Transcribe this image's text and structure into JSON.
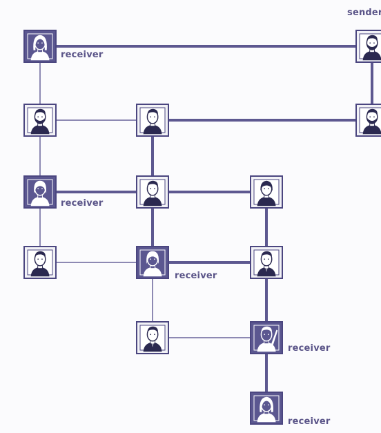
{
  "diagram": {
    "colors": {
      "edge": "#5d5890",
      "edge_light": "#8d89b3",
      "node_border": "#4b4680",
      "node_fill_light": "#f2f2f6",
      "node_fill_dark": "#5b5790",
      "face_dark": "#2b2950",
      "face_light": "#ffffff",
      "label": "#5a5488",
      "background": "#fbfbfd"
    },
    "nodes": [
      {
        "id": "r1-left",
        "icon": "woman-long-hair-portrait-icon",
        "role": "receiver",
        "label": "receiver"
      },
      {
        "id": "r1-right",
        "icon": "bearded-man-portrait-icon",
        "role": "sender",
        "label": "sender"
      },
      {
        "id": "r2-left",
        "icon": "bearded-man-portrait-icon",
        "role": "person",
        "label": ""
      },
      {
        "id": "r2-mid",
        "icon": "man-portrait-icon",
        "role": "person",
        "label": ""
      },
      {
        "id": "r2-right",
        "icon": "bearded-man-portrait-icon",
        "role": "person",
        "label": ""
      },
      {
        "id": "r3-left",
        "icon": "woman-portrait-icon",
        "role": "receiver",
        "label": "receiver"
      },
      {
        "id": "r3-mid",
        "icon": "man-portrait-icon",
        "role": "person",
        "label": ""
      },
      {
        "id": "r3-right",
        "icon": "woman-short-hair-portrait-icon",
        "role": "person",
        "label": ""
      },
      {
        "id": "r4-left",
        "icon": "man-portrait-icon",
        "role": "person",
        "label": ""
      },
      {
        "id": "r4-mid",
        "icon": "woman-portrait-icon",
        "role": "receiver",
        "label": "receiver"
      },
      {
        "id": "r4-right",
        "icon": "man-suit-portrait-icon",
        "role": "person",
        "label": ""
      },
      {
        "id": "r5-mid",
        "icon": "man-suit-portrait-icon",
        "role": "person",
        "label": ""
      },
      {
        "id": "r5-right",
        "icon": "man-pointing-portrait-icon",
        "role": "receiver",
        "label": "receiver"
      },
      {
        "id": "r6-right",
        "icon": "woman-long-hair-portrait-icon",
        "role": "receiver",
        "label": "receiver"
      }
    ],
    "edges": [
      {
        "from": "r1-left",
        "to": "r1-right",
        "weight": "thick"
      },
      {
        "from": "r1-right",
        "to": "r2-right",
        "weight": "thick"
      },
      {
        "from": "r1-left",
        "to": "r2-left",
        "weight": "thin"
      },
      {
        "from": "r2-left",
        "to": "r2-mid",
        "weight": "thin"
      },
      {
        "from": "r2-mid",
        "to": "r2-right",
        "weight": "thick"
      },
      {
        "from": "r2-left",
        "to": "r3-left",
        "weight": "thin"
      },
      {
        "from": "r2-mid",
        "to": "r3-mid",
        "weight": "thick"
      },
      {
        "from": "r3-left",
        "to": "r3-mid",
        "weight": "thick"
      },
      {
        "from": "r3-mid",
        "to": "r3-right",
        "weight": "thick"
      },
      {
        "from": "r3-left",
        "to": "r4-left",
        "weight": "thin"
      },
      {
        "from": "r3-mid",
        "to": "r4-mid",
        "weight": "thick"
      },
      {
        "from": "r3-right",
        "to": "r4-right",
        "weight": "thick"
      },
      {
        "from": "r4-left",
        "to": "r4-mid",
        "weight": "thin"
      },
      {
        "from": "r4-mid",
        "to": "r4-right",
        "weight": "thick"
      },
      {
        "from": "r4-mid",
        "to": "r5-mid",
        "weight": "thin"
      },
      {
        "from": "r4-right",
        "to": "r5-right",
        "weight": "thick"
      },
      {
        "from": "r5-mid",
        "to": "r5-right",
        "weight": "thin"
      },
      {
        "from": "r5-right",
        "to": "r6-right",
        "weight": "thick"
      }
    ]
  }
}
